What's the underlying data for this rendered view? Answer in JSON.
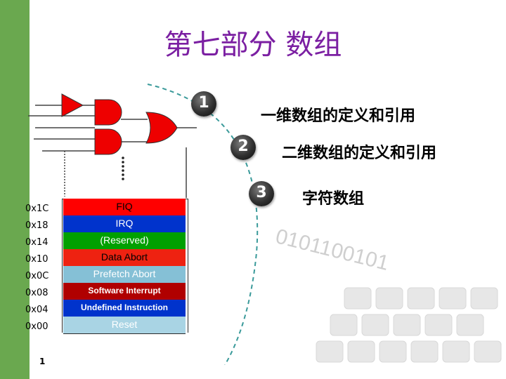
{
  "slide": {
    "title": "第七部分 数组",
    "page_number": "1"
  },
  "outline": {
    "items": [
      {
        "number": "1",
        "label": "一维数组的定义和引用"
      },
      {
        "number": "2",
        "label": "二维数组的定义和引用"
      },
      {
        "number": "3",
        "label": "字符数组"
      }
    ]
  },
  "vector_table": {
    "rows": [
      {
        "address": "0x1C",
        "label": "FIQ",
        "color": "#ff0000"
      },
      {
        "address": "0x18",
        "label": "IRQ",
        "color": "#0033cc"
      },
      {
        "address": "0x14",
        "label": "(Reserved)",
        "color": "#00a000"
      },
      {
        "address": "0x10",
        "label": "Data Abort",
        "color": "#ee2211"
      },
      {
        "address": "0x0C",
        "label": "Prefetch Abort",
        "color": "#85c0d6"
      },
      {
        "address": "0x08",
        "label": "Software Interrupt",
        "color": "#b00000"
      },
      {
        "address": "0x04",
        "label": "Undefined Instruction",
        "color": "#0033cc"
      },
      {
        "address": "0x00",
        "label": "Reset",
        "color": "#a9d4e4"
      }
    ]
  },
  "background_digits": "0101100101",
  "colors": {
    "sidebar": "#6aa84f",
    "title": "#7b1fa2",
    "gates": "#ee0000",
    "arc": "#3a9a9a"
  }
}
